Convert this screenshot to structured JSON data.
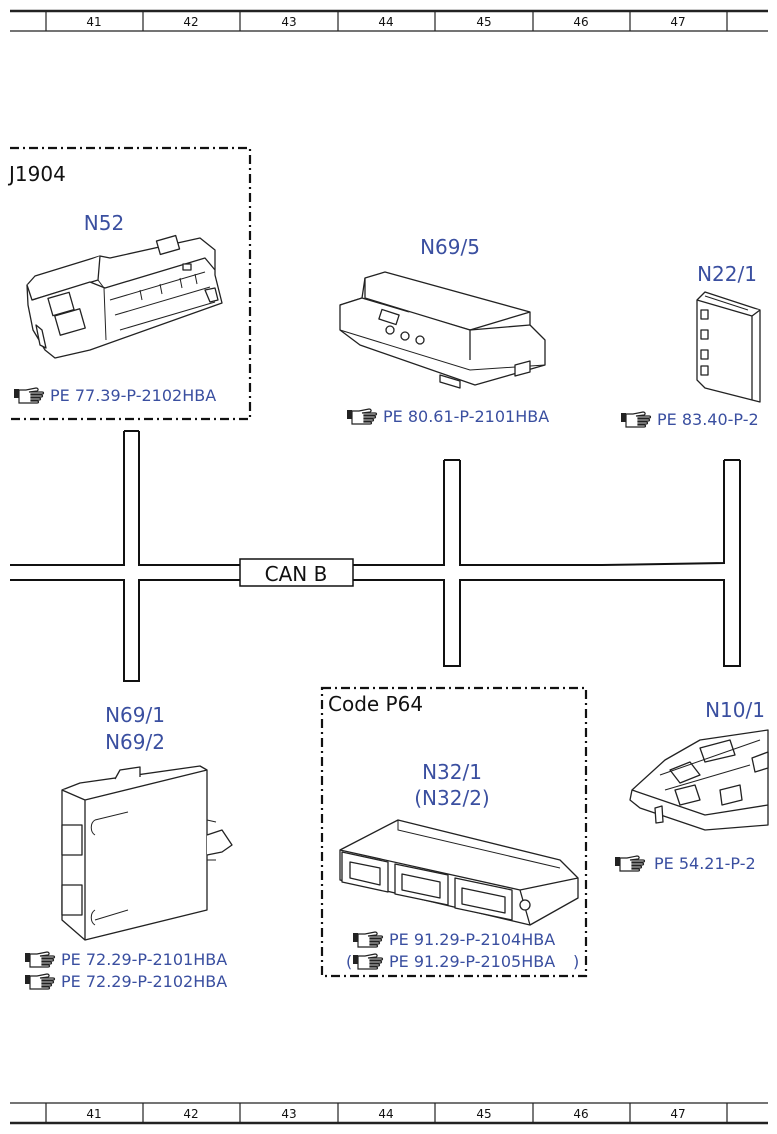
{
  "ruler": {
    "columns": [
      "41",
      "42",
      "43",
      "44",
      "45",
      "46",
      "47"
    ]
  },
  "bus": {
    "label": "CAN B"
  },
  "groups": {
    "top_left_code": "J1904",
    "bottom_code": "Code P64"
  },
  "components": {
    "n52": {
      "label": "N52",
      "refs": [
        "PE 77.39-P-2102HBA"
      ]
    },
    "n69_5": {
      "label": "N69/5",
      "refs": [
        "PE 80.61-P-2101HBA"
      ]
    },
    "n22_1": {
      "label": "N22/1",
      "refs": [
        "PE 83.40-P-2"
      ]
    },
    "n69_1": {
      "label_1": "N69/1",
      "label_2": "N69/2",
      "refs": [
        "PE 72.29-P-2101HBA",
        "PE 72.29-P-2102HBA"
      ]
    },
    "n32_1": {
      "label_1": "N32/1",
      "label_2": "(N32/2)",
      "refs": [
        "PE 91.29-P-2104HBA",
        "PE 91.29-P-2105HBA"
      ],
      "paren_open": "(",
      "paren_close": ")"
    },
    "n10_1": {
      "label": "N10/1",
      "refs": [
        "PE 54.21-P-2"
      ]
    }
  },
  "icons": {
    "reference": "pointing-hand-icon"
  }
}
